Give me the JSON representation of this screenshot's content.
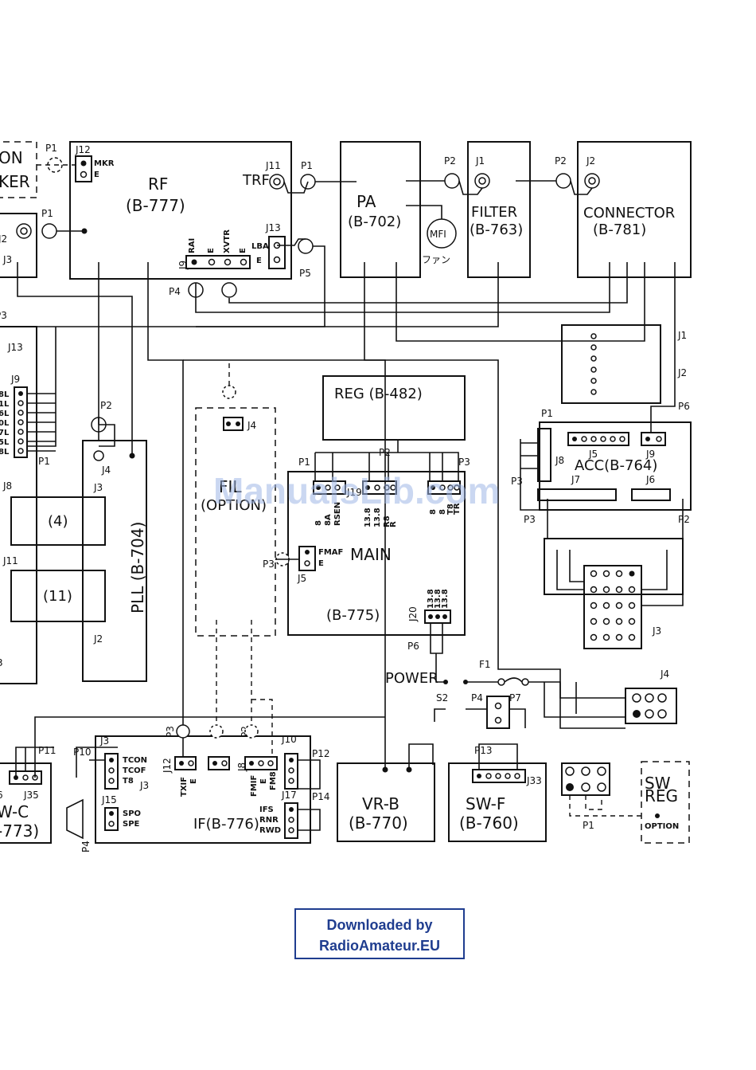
{
  "blocks": {
    "rf": {
      "name": "RF",
      "part": "(B-777)"
    },
    "pa": {
      "name": "PA",
      "part": "(B-702)"
    },
    "filter": {
      "name": "FILTER",
      "part": "(B-763)"
    },
    "connector": {
      "name": "CONNECTOR",
      "part": "(B-781)"
    },
    "reg": {
      "name": "REG (B-482)"
    },
    "main": {
      "name": "MAIN",
      "part": "(B-775)"
    },
    "acc": {
      "name": "ACC(B-764)"
    },
    "pll": {
      "name": "PLL (B-704)"
    },
    "if": {
      "name": "IF(B-776)"
    },
    "vrb": {
      "name": "VR-B",
      "part": "(B-770)"
    },
    "swf": {
      "name": "SW-F",
      "part": "(B-760)"
    },
    "swreg": {
      "name": "SW",
      "name2": "REG",
      "option": "OPTION"
    },
    "fil": {
      "name": "FIL",
      "option": "(OPTION)"
    },
    "left_partial_top": {
      "line1": "ON",
      "line2": "KER"
    },
    "left_partial_bottom": {
      "line1": "W-C",
      "line2": "-773)"
    },
    "sub4": "(4)",
    "sub11": "(11)"
  },
  "labels": {
    "mfi": "MFI",
    "fan": "ファン",
    "trf": "TRF",
    "power": "POWER",
    "s2": "S2",
    "f1": "F1",
    "j1_side": "J1",
    "j2_side": "J2"
  },
  "connectors": {
    "p1": "P1",
    "p2": "P2",
    "p3": "P3",
    "p4": "P4",
    "p5": "P5",
    "p6": "P6",
    "p7": "P7",
    "p10": "P10",
    "p11": "P11",
    "p12": "P12",
    "p13": "P13",
    "p14": "P14",
    "j1": "J1",
    "j2": "J2",
    "j3": "J3",
    "j4": "J4",
    "j5": "J5",
    "j6": "J6",
    "j7": "J7",
    "j8": "J8",
    "j9": "J9",
    "j10": "J10",
    "j11": "J11",
    "j12": "J12",
    "j13": "J13",
    "j15": "J15",
    "j17": "J17",
    "j19": "J19",
    "j20": "J20",
    "j33": "J33",
    "j35": "J35"
  },
  "pin_labels": {
    "mkr": "MKR",
    "e": "E",
    "lba": "LBA",
    "rai": "RAI",
    "xvtr": "XVTR",
    "fmaf": "FMAF",
    "tcon": "TCON",
    "tcof": "TCOF",
    "t8": "T8",
    "spo": "SPO",
    "spe": "SPE",
    "txif": "TXIF",
    "fmif": "FMIF",
    "fm8": "FM8",
    "ifs": "IFS",
    "rnr": "RNR",
    "rwd": "RWD",
    "main_pins_a": [
      "8",
      "8A",
      "RSEN"
    ],
    "main_pins_b": [
      "13.8",
      "13.8",
      "R8",
      "R"
    ],
    "main_pins_c": [
      "8",
      "8",
      "T8",
      "TR"
    ],
    "j20_pins": [
      "13.8",
      "13.8",
      "13.8"
    ],
    "j9_left": [
      "8L",
      "1L",
      "6L",
      "0L",
      "7L",
      "5L",
      "8L"
    ],
    "left_letters": [
      "3",
      "6"
    ]
  },
  "watermark": "ManualsLib.com",
  "badge": {
    "line1": "Downloaded by",
    "line2": "RadioAmateur.EU"
  }
}
